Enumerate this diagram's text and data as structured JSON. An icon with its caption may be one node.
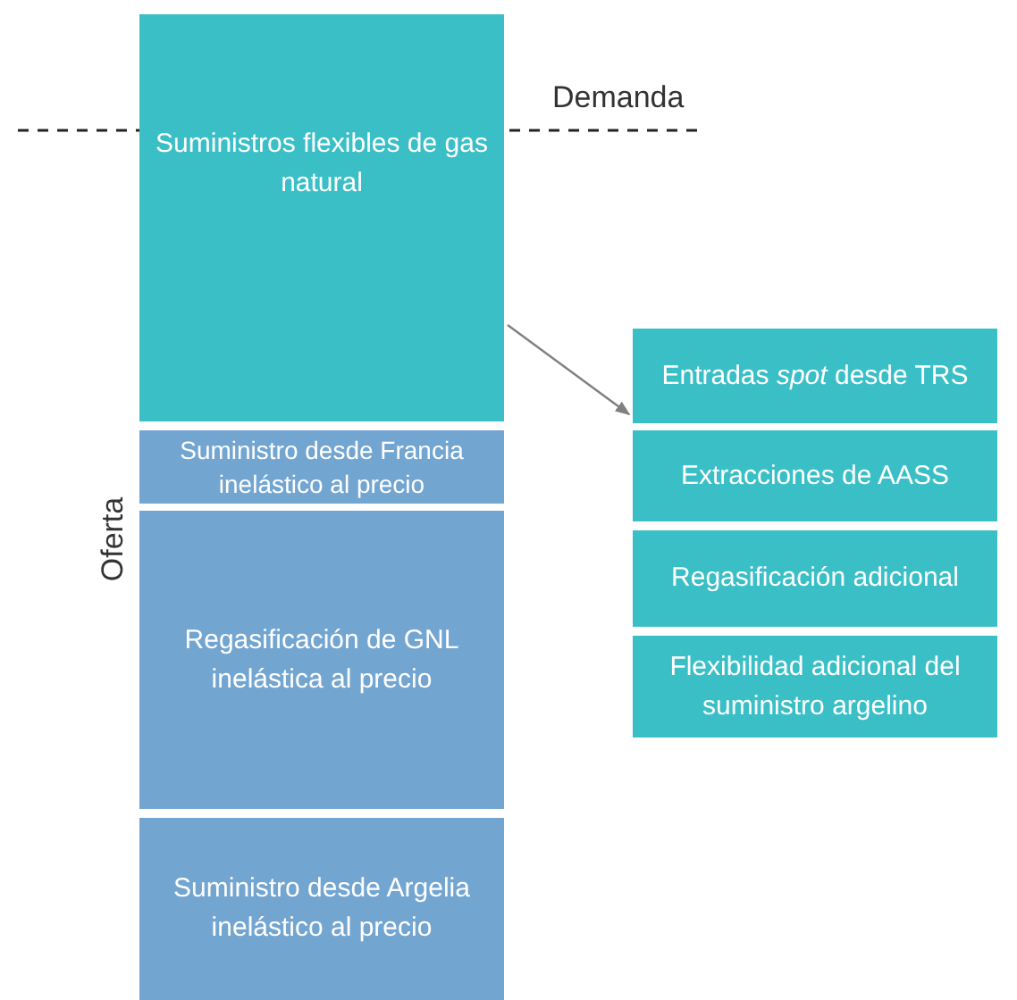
{
  "diagram": {
    "nodes": [
      {
        "text": [
          "Suministros flexibles de gas natural"
        ]
      },
      {
        "text": [
          "Suministro desde Francia inelástico al precio"
        ]
      },
      {
        "text": [
          "Regasificación de GNL inelástica al precio"
        ]
      },
      {
        "text": [
          "Suministro desde Argelia inelástico al precio"
        ]
      },
      {
        "text": [
          "Entradas *spot* desde TRS"
        ]
      },
      {
        "text": [
          "Extracciones de AASS"
        ]
      },
      {
        "text": [
          "Regasificación adicional"
        ]
      },
      {
        "text": [
          "Flexibilidad adicional del suministro argelino"
        ]
      }
    ],
    "edges": [
      {
        "from": 0,
        "to": 4,
        "arrow": "to"
      }
    ],
    "labels": [
      "Demanda",
      "Oferta"
    ]
  }
}
